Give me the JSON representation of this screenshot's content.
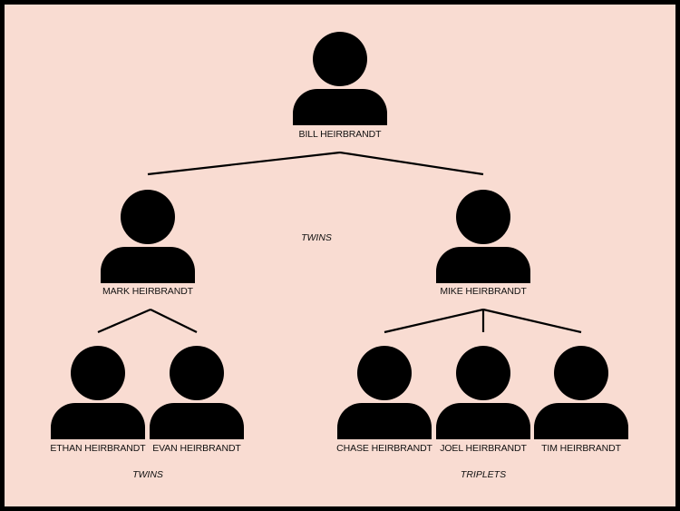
{
  "colors": {
    "background": "#f9dcd2",
    "border": "#000000",
    "icon": "#000000",
    "line": "#000000"
  },
  "tree": {
    "root": {
      "name": "BILL HEIRBRANDT",
      "icon": "person-icon"
    },
    "children": [
      {
        "name": "MARK HEIRBRANDT",
        "icon": "person-icon"
      },
      {
        "name": "MIKE HEIRBRANDT",
        "icon": "person-icon"
      }
    ],
    "grandchildren_mark": [
      {
        "name": "ETHAN HEIRBRANDT",
        "icon": "person-icon"
      },
      {
        "name": "EVAN HEIRBRANDT",
        "icon": "person-icon"
      }
    ],
    "grandchildren_mike": [
      {
        "name": "CHASE HEIRBRANDT",
        "icon": "person-icon"
      },
      {
        "name": "JOEL HEIRBRANDT",
        "icon": "person-icon"
      },
      {
        "name": "TIM HEIRBRANDT",
        "icon": "person-icon"
      }
    ]
  },
  "notes": {
    "children_note": "TWINS",
    "mark_group_note": "TWINS",
    "mike_group_note": "TRIPLETS"
  }
}
